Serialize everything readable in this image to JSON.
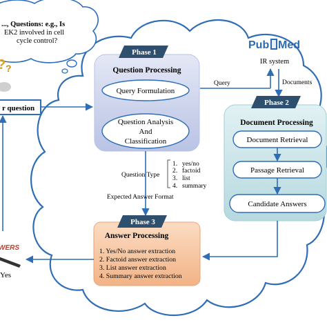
{
  "colors": {
    "cloud_stroke": "#2f6db5",
    "arrow": "#2f6db5",
    "phase_tab": "#2f4f6e",
    "phase1_panel": "#c7cfe9",
    "phase2_panel": "#c5e3e8",
    "phase3_panel": "#f7c7a2",
    "node_fill": "#ffffff",
    "node_stroke": "#2f6db5",
    "pubmed_blue": "#2b6cb0",
    "answers_red": "#c0392b"
  },
  "question_bubble": {
    "line1": "..., Questions: e.g., Is",
    "line2": "EK2 involved in cell",
    "line3": "cycle control?"
  },
  "user_question_box": {
    "label": "r question"
  },
  "phase1": {
    "tab": "Phase 1",
    "title": "Question Processing",
    "node_formulation": "Query Formulation",
    "node_analysis_l1": "Question Analysis",
    "node_analysis_l2": "And",
    "node_analysis_l3": "Classification"
  },
  "question_type": {
    "label": "Question Type",
    "items": [
      {
        "num": "1.",
        "text": "yes/no"
      },
      {
        "num": "2.",
        "text": "factoid"
      },
      {
        "num": "3.",
        "text": "list"
      },
      {
        "num": "4.",
        "text": "summary"
      }
    ]
  },
  "expected_answer_format": "Expected Answer Format",
  "pubmed": {
    "pub": "Pub",
    "med": "Med",
    "ir_system": "IR system"
  },
  "edges": {
    "query": "Query",
    "documents": "Documents"
  },
  "phase2": {
    "tab": "Phase 2",
    "title": "Document Processing",
    "node_retrieval": "Document Retrieval",
    "node_passage": "Passage Retrieval",
    "node_candidates": "Candidate Answers"
  },
  "phase3": {
    "tab": "Phase 3",
    "title": "Answer Processing",
    "items": [
      "1. Yes/No answer extraction",
      "2. Factoid answer extraction",
      "3. List answer extraction",
      "4. Summary answer extraction"
    ]
  },
  "answers_logo": {
    "text": "WERS",
    "caption": "Yes"
  }
}
